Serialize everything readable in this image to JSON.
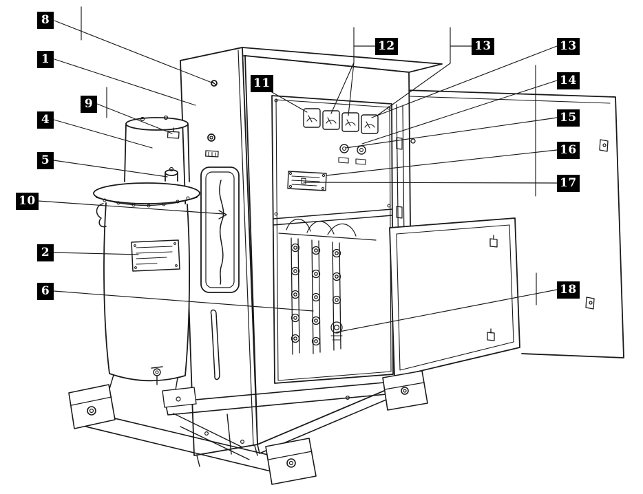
{
  "figure": {
    "background": "#ffffff",
    "ink": "#1a1a1a",
    "callout_bg": "#000000",
    "callout_fg": "#ffffff"
  },
  "callouts": [
    {
      "id": "callout-8",
      "label": "8"
    },
    {
      "id": "callout-1",
      "label": "1"
    },
    {
      "id": "callout-9",
      "label": "9"
    },
    {
      "id": "callout-4",
      "label": "4"
    },
    {
      "id": "callout-5",
      "label": "5"
    },
    {
      "id": "callout-10",
      "label": "10"
    },
    {
      "id": "callout-2",
      "label": "2"
    },
    {
      "id": "callout-6",
      "label": "6"
    },
    {
      "id": "callout-11",
      "label": "11"
    },
    {
      "id": "callout-12",
      "label": "12"
    },
    {
      "id": "callout-13a",
      "label": "13"
    },
    {
      "id": "callout-13b",
      "label": "13"
    },
    {
      "id": "callout-14",
      "label": "14"
    },
    {
      "id": "callout-15",
      "label": "15"
    },
    {
      "id": "callout-16",
      "label": "16"
    },
    {
      "id": "callout-17",
      "label": "17"
    },
    {
      "id": "callout-18",
      "label": "18"
    }
  ]
}
